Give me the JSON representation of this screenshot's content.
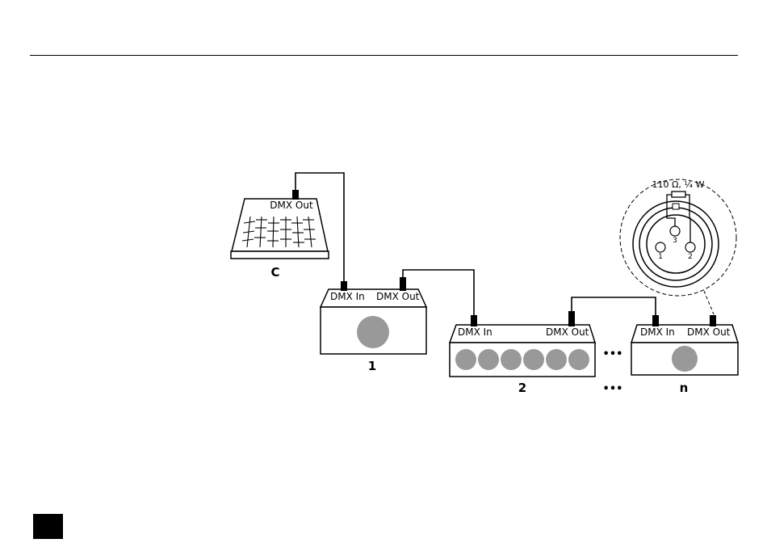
{
  "controller": {
    "port_label": "DMX Out",
    "id_label": "C"
  },
  "device_1": {
    "in_label": "DMX In",
    "out_label": "DMX Out",
    "id_label": "1"
  },
  "device_2": {
    "in_label": "DMX In",
    "out_label": "DMX Out",
    "id_label": "2"
  },
  "device_n": {
    "in_label": "DMX In",
    "out_label": "DMX Out",
    "id_label": "n"
  },
  "ellipsis_upper": "•••",
  "ellipsis_lower": "•••",
  "terminator": {
    "resistor_label": "110 Ω, ¼ W",
    "pins": [
      "1",
      "2",
      "3"
    ]
  }
}
